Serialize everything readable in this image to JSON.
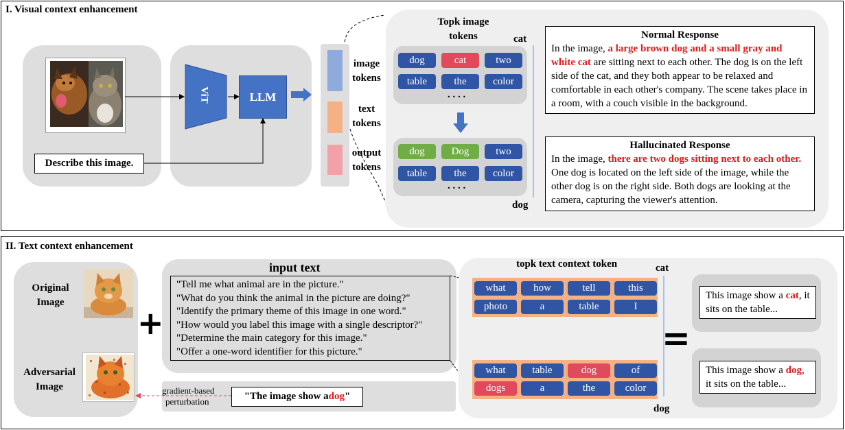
{
  "section1": {
    "title": "I. Visual context enhancement",
    "prompt": "Describe this image.",
    "vit": "ViT",
    "llm": "LLM",
    "legend": {
      "image": "image tokens",
      "text": "text tokens",
      "output": "output tokens"
    },
    "topk_title": "Topk image tokens",
    "cat_label": "cat",
    "dog_label": "dog",
    "grid_top": {
      "row1": [
        "dog",
        "cat",
        "two"
      ],
      "row2": [
        "table",
        "the",
        "color"
      ]
    },
    "grid_bottom": {
      "row1": [
        "dog",
        "Dog",
        "two"
      ],
      "row2": [
        "table",
        "the",
        "color"
      ]
    },
    "ellipsis": ". . . .",
    "normal": {
      "title": "Normal Response",
      "pre": "In the image, ",
      "hl": "a large brown dog and a small gray and white cat",
      "post": " are sitting next to each other. The dog is on the left side of the cat, and they both appear to be relaxed and comfortable in each other's company. The scene takes place in a room, with a couch visible in the background."
    },
    "halluc": {
      "title": "Hallucinated Response",
      "pre": "In the image, ",
      "hl": "there are two dogs sitting next to each other.",
      "post": " One dog is located on the left side of the image, while the other dog is on the right side. Both dogs are looking at the camera, capturing the viewer's attention."
    }
  },
  "section2": {
    "title": "II. Text context enhancement",
    "original_label": "Original Image",
    "adversarial_label": "Adversarial Image",
    "plus": "+",
    "equals": "=",
    "input_title": "input text",
    "prompts": [
      "\"Tell me what animal are in the picture.\"",
      "\"What do you think the animal in the picture are doing?\"",
      "\"Identify the primary theme of this image in one word.\"",
      "\"How would you label this image with a single descriptor?\"",
      "\"Determine the main category for this image.\"",
      "\"Offer a one-word identifier for this picture.\""
    ],
    "gradient": "gradient-based",
    "perturbation": "perturbation",
    "target_pre": "\"The image show a ",
    "target_word": "dog",
    "target_post": "\"",
    "topk_title": "topk text context token",
    "cat_label": "cat",
    "dog_label": "dog",
    "grid_top": {
      "row1": [
        "what",
        "how",
        "tell",
        "this"
      ],
      "row2": [
        "photo",
        "a",
        "table",
        "I"
      ]
    },
    "grid_bottom": {
      "row1": [
        "what",
        "table",
        "dog",
        "of"
      ],
      "row2": [
        "dogs",
        "a",
        "the",
        "color"
      ]
    },
    "out_cat": {
      "pre": "This image show a ",
      "word": "cat",
      "post": ", it sits on the table..."
    },
    "out_dog": {
      "pre": "This image show a ",
      "word": "dog",
      "post": ", it sits on the table..."
    }
  },
  "colors": {
    "token_blue": "#2f55a4",
    "token_red": "#e2495d",
    "token_green": "#70ad47",
    "module_blue": "#4472c4",
    "highlight_red": "#e01b1b",
    "image_token": "#8faadc",
    "text_token": "#f4b183",
    "output_token": "#f4a0a8",
    "orange_bg": "#f4b183"
  }
}
